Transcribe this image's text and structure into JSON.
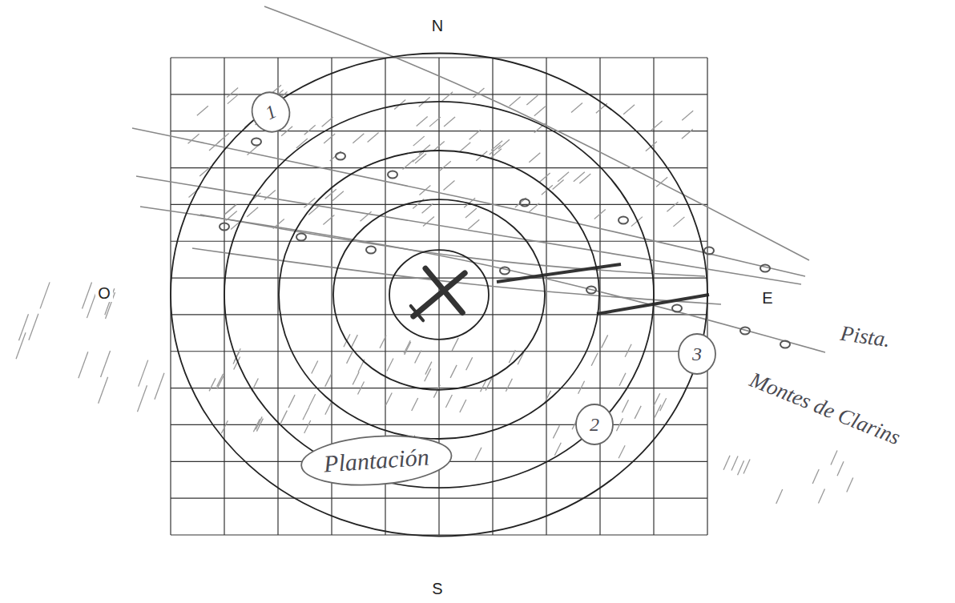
{
  "diagram": {
    "nodes": [
      {
        "text": [
          "1"
        ]
      },
      {
        "text": [
          "3"
        ]
      },
      {
        "text": [
          "2"
        ]
      },
      {
        "text": [
          "Plantación"
        ]
      }
    ],
    "labels": [
      "N",
      "O",
      "E",
      "S",
      "Pista.",
      "Montes de Clarins"
    ]
  }
}
